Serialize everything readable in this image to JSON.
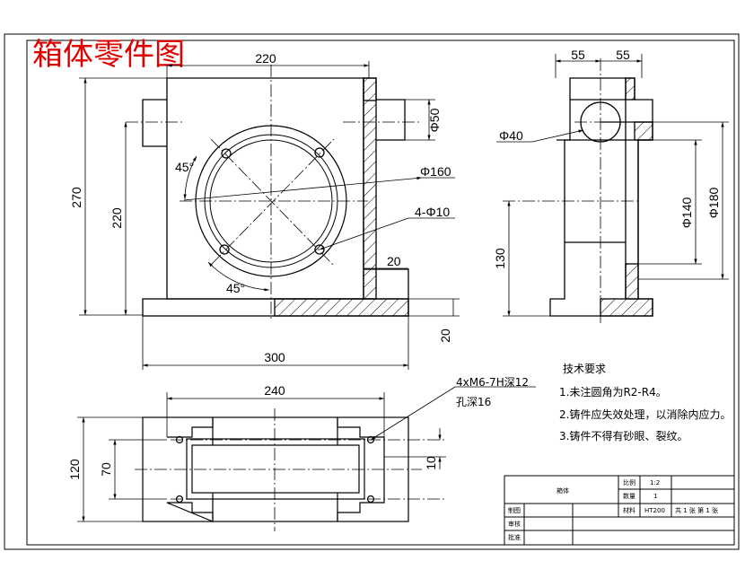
{
  "title": "箱体零件图",
  "colors": {
    "title": "#e00000",
    "line": "#000000"
  },
  "front_view": {
    "dims": {
      "d220_top": "220",
      "d270": "270",
      "d220_left": "220",
      "d50": "Φ50",
      "d45_top": "45°",
      "d45_bottom": "45°",
      "d160": "Φ160",
      "holes": "4-Φ10",
      "d20_wall": "20",
      "d20_base": "20",
      "d300": "300"
    }
  },
  "side_view": {
    "dims": {
      "d55_left": "55",
      "d55_right": "55",
      "d40": "Φ40",
      "d140": "Φ140",
      "d180": "Φ180",
      "d130": "130"
    }
  },
  "top_view": {
    "dims": {
      "d240": "240",
      "d120": "120",
      "d70": "70",
      "d10": "10",
      "thread": "4xM6-7H深12",
      "hole_depth": "孔深16"
    }
  },
  "tech_req": {
    "heading": "技术要求",
    "items": [
      "1.未注圆角为R2-R4。",
      "2.铸件应失效处理，以消除内应力。",
      "3.铸件不得有砂眼、裂纹。"
    ]
  },
  "title_block": {
    "part_name": "箱体",
    "scale_label": "比例",
    "scale_value": "1:2",
    "qty_label": "数量",
    "qty_value": "1",
    "material_label": "材料",
    "material_value": "HT200",
    "sheets": "共 1 张  第 1 张",
    "drawn": "制图",
    "checked": "审核",
    "approved": "批准"
  }
}
